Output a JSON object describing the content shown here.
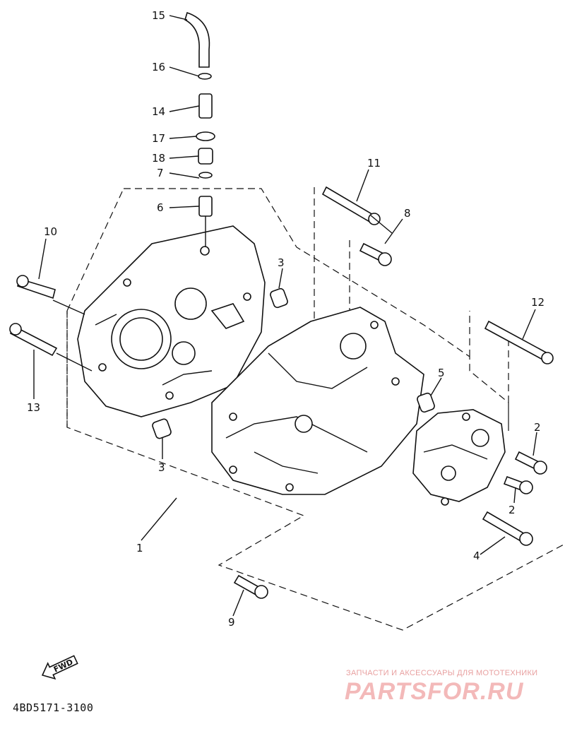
{
  "diagram": {
    "callouts": [
      {
        "id": "c15",
        "text": "15"
      },
      {
        "id": "c16",
        "text": "16"
      },
      {
        "id": "c14",
        "text": "14"
      },
      {
        "id": "c17",
        "text": "17"
      },
      {
        "id": "c18",
        "text": "18"
      },
      {
        "id": "c7",
        "text": "7"
      },
      {
        "id": "c6",
        "text": "6"
      },
      {
        "id": "c11",
        "text": "11"
      },
      {
        "id": "c8",
        "text": "8"
      },
      {
        "id": "c10",
        "text": "10"
      },
      {
        "id": "c3a",
        "text": "3"
      },
      {
        "id": "c12",
        "text": "12"
      },
      {
        "id": "c13",
        "text": "13"
      },
      {
        "id": "c5",
        "text": "5"
      },
      {
        "id": "c2a",
        "text": "2"
      },
      {
        "id": "c3b",
        "text": "3"
      },
      {
        "id": "c2b",
        "text": "2"
      },
      {
        "id": "c1",
        "text": "1"
      },
      {
        "id": "c4",
        "text": "4"
      },
      {
        "id": "c9",
        "text": "9"
      }
    ],
    "fwd_label": "FWD",
    "drawing_code": "4BD5171-3100"
  },
  "watermark": {
    "tagline": "ЗАПЧАСТИ И АКСЕССУАРЫ ДЛЯ МОТОТЕХНИКИ",
    "logo": "PARTSFOR.RU",
    "color": "#f3b9b9"
  }
}
